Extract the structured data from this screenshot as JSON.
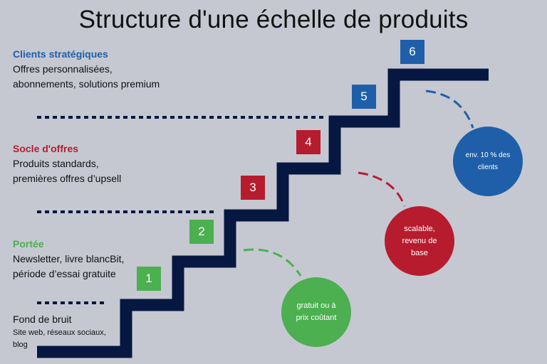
{
  "title": "Structure d'une échelle de produits",
  "colors": {
    "navy": "#061841",
    "green": "#4caf50",
    "red": "#b71c2e",
    "blue": "#1f5fa9"
  },
  "tiers": {
    "strategic": {
      "heading": "Clients stratégiques",
      "line1": "Offres personnalisées,",
      "line2": "abonnements, solutions premium"
    },
    "core": {
      "heading": "Socle d'offres",
      "line1": "Produits standards,",
      "line2": "premières offres d’upsell"
    },
    "reach": {
      "heading": "Portée",
      "line1": "Newsletter, livre blancBit,",
      "line2": "période d’essai gratuite"
    },
    "noise": {
      "heading": "Fond de bruit",
      "line1": "Site web, réseaux sociaux,",
      "line2": "blog"
    }
  },
  "steps": [
    "1",
    "2",
    "3",
    "4",
    "5",
    "6"
  ],
  "circles": {
    "green": {
      "line1": "gratuit ou à",
      "line2": "prix coûtant"
    },
    "red": {
      "line1": "scalable,",
      "line2": "revenu de",
      "line3": "base"
    },
    "blue": {
      "line1": "env. 10 % des",
      "line2": "clients"
    }
  }
}
